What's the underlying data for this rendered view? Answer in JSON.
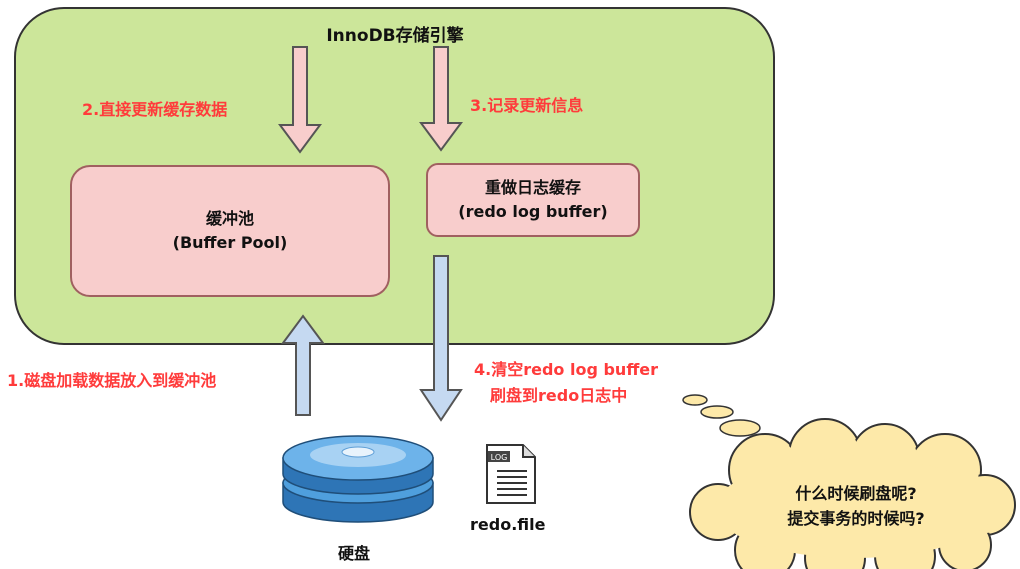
{
  "engine": {
    "title": "InnoDB存储引擎"
  },
  "boxes": {
    "buffer_pool": {
      "line1": "缓冲池",
      "line2": "(Buffer Pool)"
    },
    "redo_buffer": {
      "line1": "重做日志缓存",
      "line2": "(redo log buffer)"
    }
  },
  "steps": {
    "step1": "1.磁盘加载数据放入到缓冲池",
    "step2": "2.直接更新缓存数据",
    "step3": "3.记录更新信息",
    "step4_line1": "4.清空redo log buffer",
    "step4_line2": "刷盘到redo日志中"
  },
  "disk": {
    "label": "硬盘"
  },
  "file": {
    "label": "redo.file",
    "icon_text": "LOG"
  },
  "thought": {
    "line1": "什么时候刷盘呢?",
    "line2": "提交事务的时候吗?"
  },
  "colors": {
    "engine_bg": "#cce69a",
    "box_bg": "#f8cdcc",
    "step_text": "#ff3b3b",
    "down_arrow": "#f8cdcc",
    "blue_arrow": "#c5d9f1",
    "cloud": "#fde9a9"
  }
}
